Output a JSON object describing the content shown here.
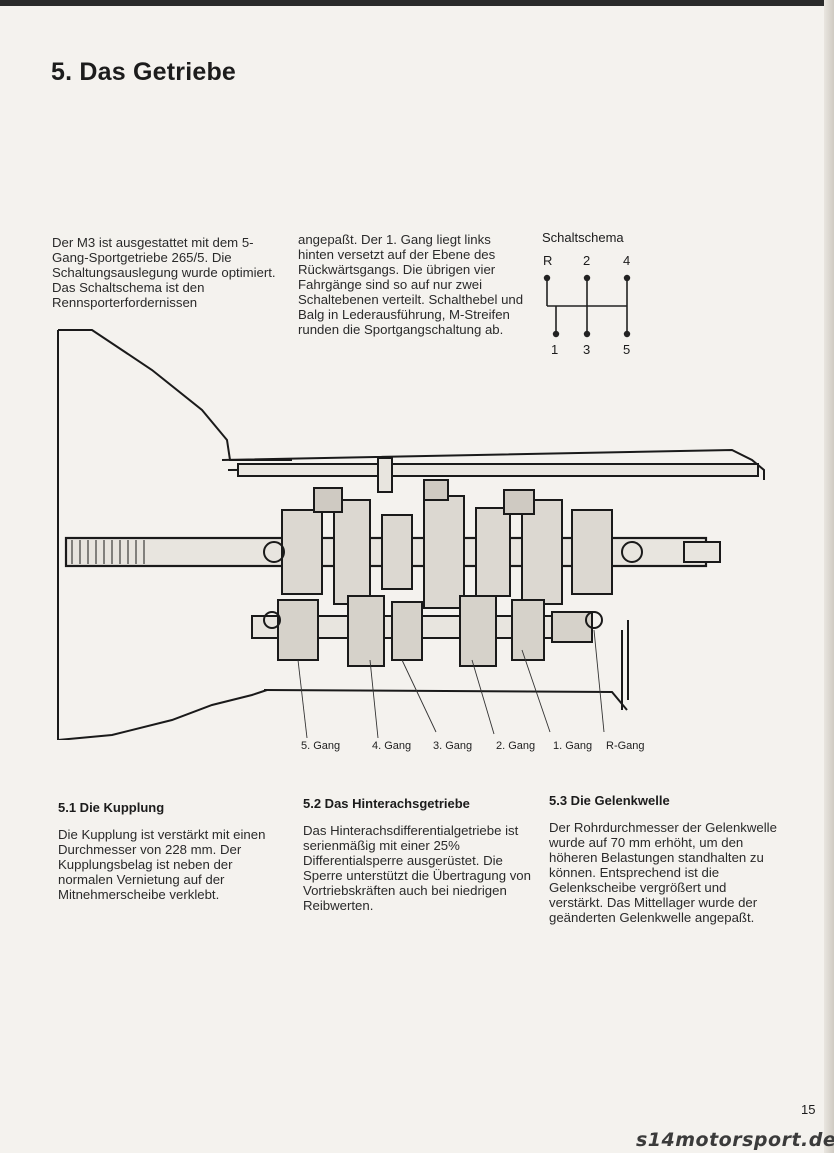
{
  "heading": "5. Das Getriebe",
  "intro_col1": "Der M3 ist ausgestattet mit dem 5-Gang-Sportgetriebe 265/5. Die Schaltungsauslegung wurde optimiert. Das Schaltschema ist den Rennsporterfordernissen",
  "intro_col2": "angepaßt. Der 1. Gang liegt links hinten versetzt auf der Ebene des Rückwärtsgangs. Die übrigen vier Fahrgänge sind so auf nur zwei Schaltebenen verteilt. Schalthebel und Balg in Lederausführung, M-Streifen runden die Sportgangschaltung ab.",
  "schaltschema": {
    "title": "Schaltschema",
    "top": [
      "R",
      "2",
      "4"
    ],
    "bottom": [
      "1",
      "3",
      "5"
    ]
  },
  "gear_labels": [
    "5. Gang",
    "4. Gang",
    "3. Gang",
    "2. Gang",
    "1. Gang",
    "R-Gang"
  ],
  "sections": [
    {
      "heading": "5.1 Die Kupplung",
      "text": "Die Kupplung ist verstärkt mit einen Durchmesser von 228 mm. Der Kupplungsbelag ist neben der normalen Vernietung auf der Mitnehmerscheibe verklebt."
    },
    {
      "heading": "5.2 Das Hinterachsgetriebe",
      "text": "Das Hinterachsdifferentialgetriebe ist serienmäßig mit einer 25% Differentialsperre ausgerüstet. Die Sperre unterstützt die Übertragung von Vortriebskräften auch bei niedrigen Reibwerten."
    },
    {
      "heading": "5.3 Die Gelenkwelle",
      "text": "Der Rohrdurchmesser der Gelenkwelle wurde auf 70 mm erhöht, um den höheren Belastungen standhalten zu können. Entsprechend ist die Gelenkscheibe vergrößert und verstärkt. Das Mittellager wurde der geänderten Gelenkwelle angepaßt."
    }
  ],
  "page_number": "15",
  "watermark": "s14motorsport.de"
}
